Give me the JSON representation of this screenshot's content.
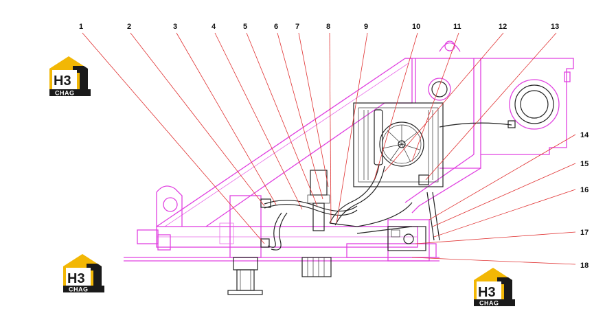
{
  "callouts": [
    {
      "label": "1"
    },
    {
      "label": "2"
    },
    {
      "label": "3"
    },
    {
      "label": "4"
    },
    {
      "label": "5"
    },
    {
      "label": "6"
    },
    {
      "label": "7"
    },
    {
      "label": "8"
    },
    {
      "label": "9"
    },
    {
      "label": "10"
    },
    {
      "label": "11"
    },
    {
      "label": "12"
    },
    {
      "label": "13"
    },
    {
      "label": "14"
    },
    {
      "label": "15"
    },
    {
      "label": "16"
    },
    {
      "label": "17"
    },
    {
      "label": "18"
    }
  ],
  "logo": {
    "mark": "H3",
    "text": "CHAG"
  },
  "colors": {
    "frame": "#e040e0",
    "leader": "#e03030",
    "logo_gold": "#f2b705",
    "logo_dark": "#1a1a1a"
  }
}
